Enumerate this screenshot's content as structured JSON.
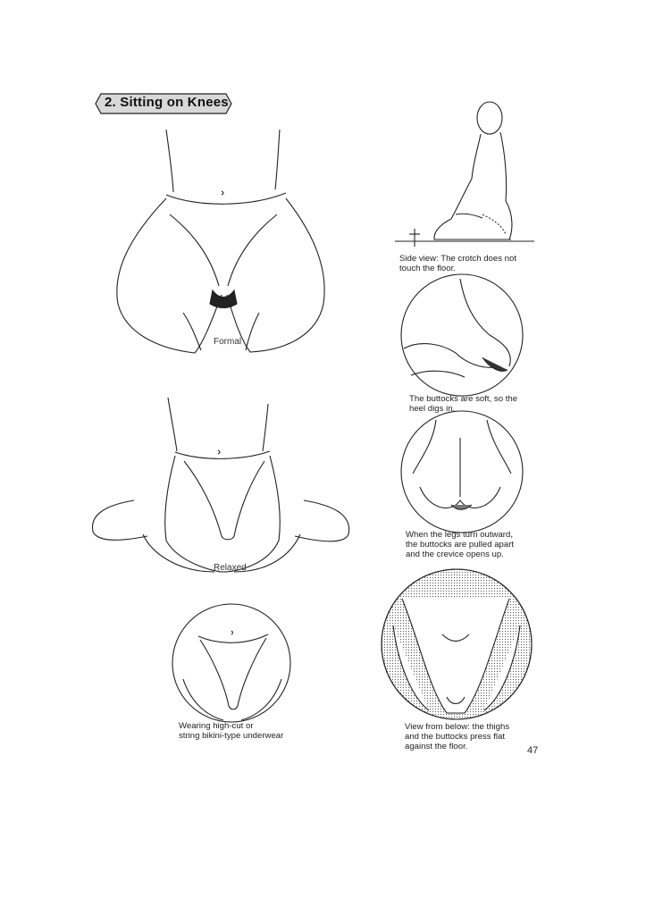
{
  "section_heading": "2. Sitting on Knees",
  "labels": {
    "formal": "Formal",
    "relaxed": "Relaxed"
  },
  "captions": {
    "side_view": "Side view: The crotch does not\ntouch the floor.",
    "heel": "The buttocks are soft, so the\nheel digs in.",
    "legs_outward": "When the legs turn outward,\nthe buttocks are pulled apart\nand the crevice opens up.",
    "high_cut": "Wearing high-cut or\nstring bikini-type underwear",
    "from_below": "View from below: the thighs\nand the buttocks press flat\nagainst the floor."
  },
  "page_number": "47"
}
